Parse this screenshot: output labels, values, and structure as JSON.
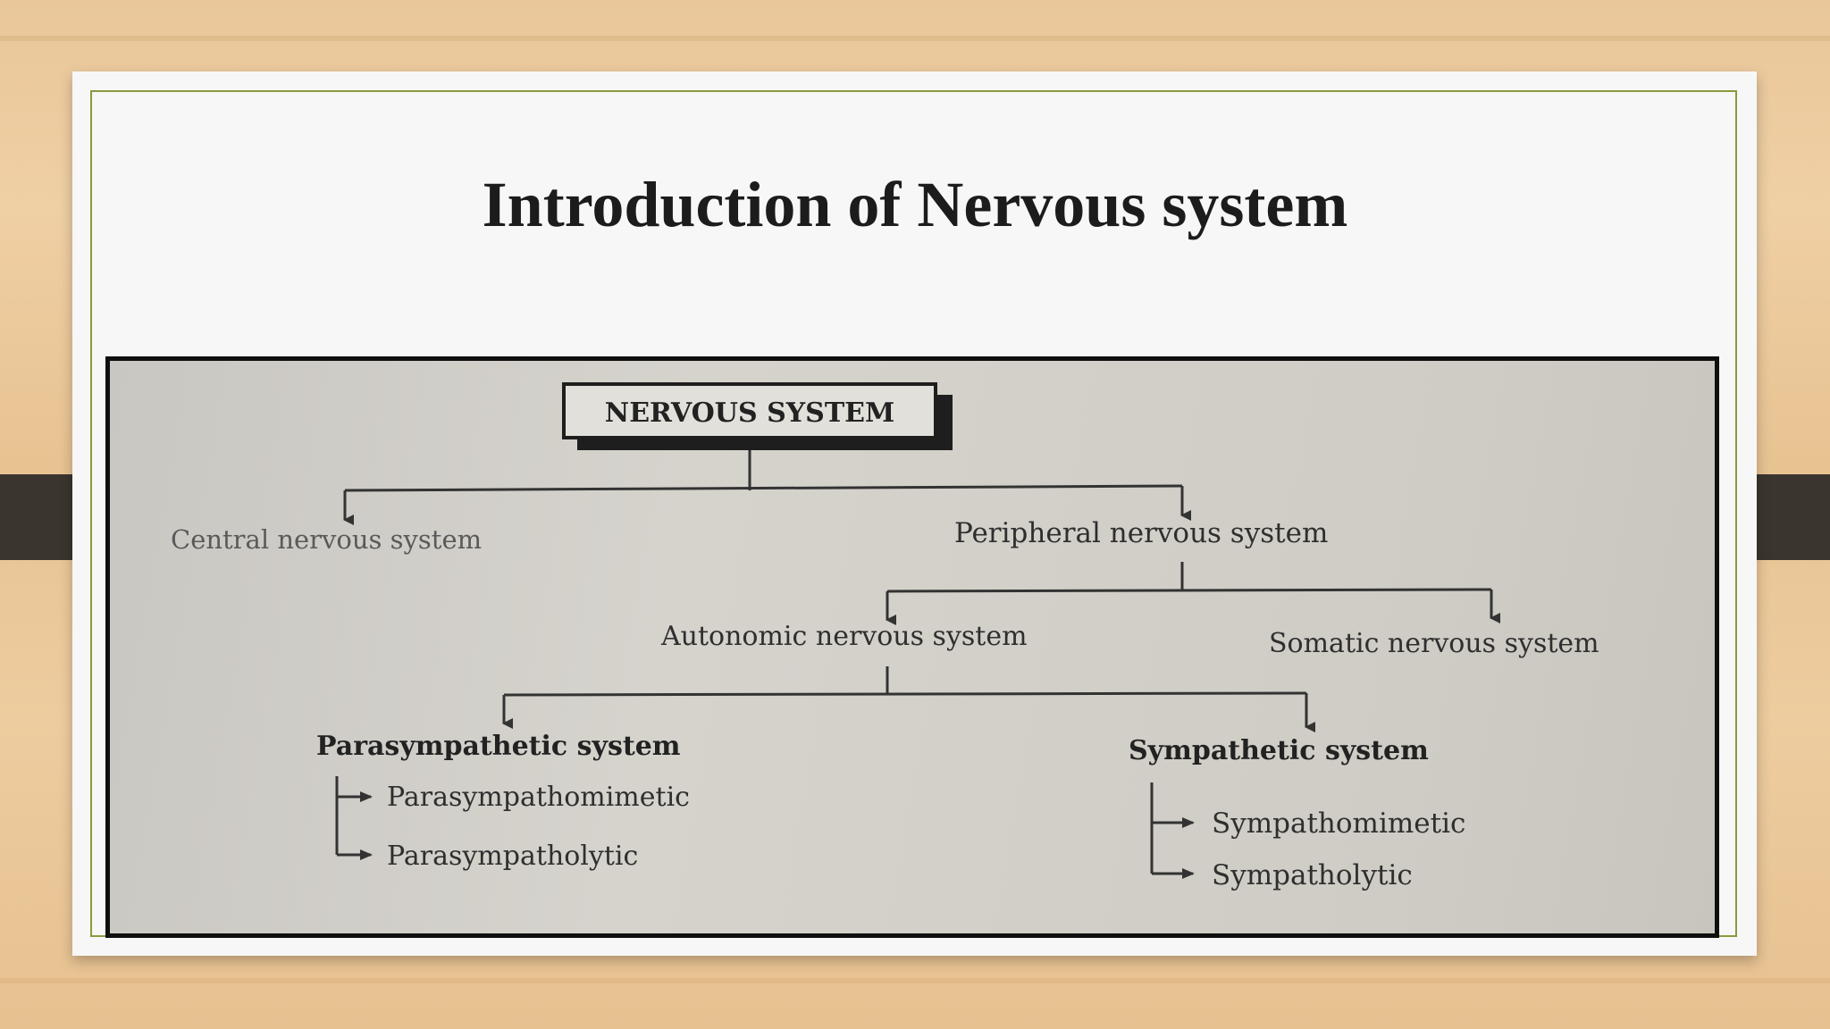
{
  "slide": {
    "title": "Introduction of Nervous system"
  },
  "diagram": {
    "root": "NERVOUS SYSTEM",
    "central": "Central nervous system",
    "peripheral": "Peripheral nervous system",
    "autonomic": "Autonomic nervous system",
    "somatic": "Somatic nervous system",
    "parasympathetic": "Parasympathetic system",
    "parasympathomimetic": "Parasympathomimetic",
    "parasympatholytic": "Parasympatholytic",
    "sympathetic": "Sympathetic system",
    "sympathomimetic": "Sympathomimetic",
    "sympatholytic": "Sympatholytic"
  },
  "colors": {
    "band": "#3b352f",
    "slide_border": "#8a9a3c",
    "ink": "#2f2f2f"
  }
}
